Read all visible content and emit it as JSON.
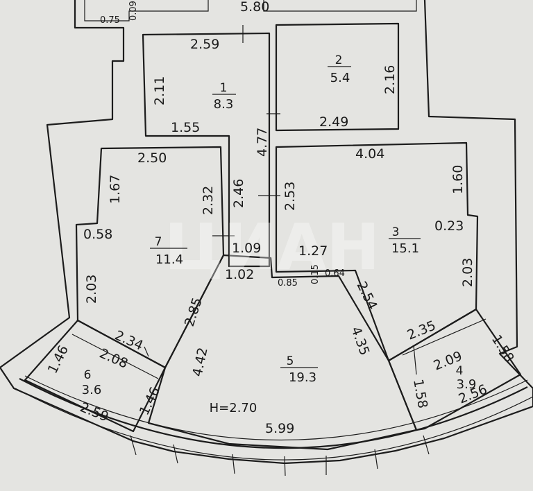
{
  "watermark": "ЦИАН",
  "ceiling_height": "H=2.70",
  "rooms": [
    {
      "id": "1",
      "number": "1",
      "area": "8.3"
    },
    {
      "id": "2",
      "number": "2",
      "area": "5.4"
    },
    {
      "id": "3",
      "number": "3",
      "area": "15.1"
    },
    {
      "id": "4",
      "number": "4",
      "area": "3.9"
    },
    {
      "id": "5",
      "number": "5",
      "area": "19.3"
    },
    {
      "id": "6",
      "number": "6",
      "area": "3.6"
    },
    {
      "id": "7",
      "number": "7",
      "area": "11.4"
    }
  ],
  "dimensions": {
    "top_total": "5.80",
    "top_left": "0.75",
    "top_left_vertical": "0.09",
    "r1_top": "2.59",
    "r1_left": "2.11",
    "r1_bottom": "1.55",
    "r1_right": "4.77",
    "r2_left": "2.16",
    "r2_bottom": "2.49",
    "r3_top": "4.04",
    "r3_left": "2.53",
    "r3_right_upper": "1.60",
    "r3_step": "0.23",
    "r3_right_lower": "2.03",
    "r3_bottom_left": "1.27",
    "r3_diag": "2.54",
    "r4_top": "2.35",
    "r4_inner": "2.09",
    "r4_outer": "2.56",
    "r4_right": "1.58",
    "r4_left": "1.58",
    "r5_left": "4.42",
    "r5_right": "4.35",
    "r5_bottom": "5.99",
    "r5_top_left": "1.02",
    "r5_top_left_2": "1.09",
    "r5_top_mid": "0.85",
    "r5_top_small": "0.15",
    "r5_top_small_2": "0.64",
    "r6_left": "1.46",
    "r6_right": "1.46",
    "r6_top": "2.34",
    "r6_inner": "2.08",
    "r6_outer": "2.59",
    "r7_top": "2.50",
    "r7_left_upper": "1.67",
    "r7_step": "0.58",
    "r7_left_lower": "2.03",
    "r7_right": "2.32",
    "r7_right_2": "2.46",
    "r7_diag": "2.85"
  }
}
